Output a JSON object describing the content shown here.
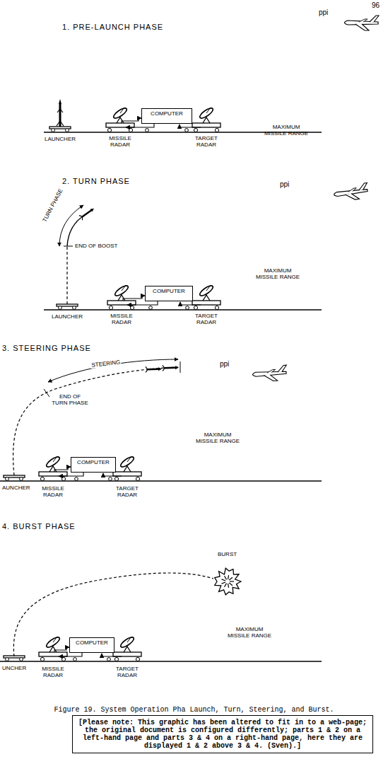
{
  "diagram": {
    "caption": "Figure 19. System Operation Pha Launch, Turn, Steering, and Burst.",
    "nodes": [
      {
        "text": [
          "COMPUTER"
        ]
      },
      {
        "text": [
          "COMPUTER"
        ]
      },
      {
        "text": [
          "COMPUTER"
        ]
      },
      {
        "text": [
          "COMPUTER"
        ]
      },
      {
        "text": [
          "[Please note: This graphic has been altered to fit in to a web-page; the original document is configured differently; parts 1 & 2 on a left-hand page and parts 3 & 4 on a right-hand page, here they are displayed 1 & 2 above 3 & 4. (Sven).]"
        ]
      }
    ],
    "labels": [
      "96",
      "1. PRE-LAUNCH PHASE",
      "ppi",
      "MAXIMUM MISSILE RANGE",
      "LAUNCHER",
      "MISSILE RADAR",
      "TARGET RADAR",
      "2. TURN PHASE",
      "ppi",
      "TURN PHASE",
      "END OF BOOST",
      "MAXIMUM MISSILE RANGE",
      "LAUNCHER",
      "MISSILE RADAR",
      "TARGET RADAR",
      "3. STEERING PHASE",
      "STEERING",
      "ppi",
      "END OF TURN PHASE",
      "MAXIMUM MISSILE RANGE",
      "AUNCHER",
      "MISSILE RADAR",
      "TARGET RADAR",
      "4. BURST PHASE",
      "BURST",
      "MAXIMUM MISSILE RANGE",
      "UNCHER",
      "MISSILE RADAR",
      "TARGET RADAR"
    ]
  }
}
